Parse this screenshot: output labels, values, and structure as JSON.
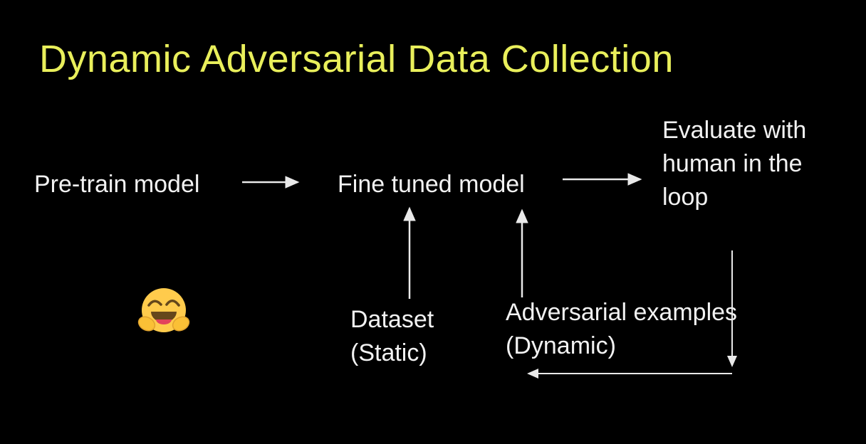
{
  "slide": {
    "title": "Dynamic Adversarial Data Collection",
    "nodes": {
      "pretrain_model": "Pre-train model",
      "fine_tuned_model": "Fine tuned model",
      "evaluate_human": "Evaluate with human in the loop",
      "dataset_static": "Dataset (Static)",
      "adversarial_examples": "Adversarial examples (Dynamic)"
    },
    "emoji": "🤗",
    "colors": {
      "background": "#000000",
      "title": "#e9ef5b",
      "text": "#f2f2f2",
      "arrow": "#e9e9e9"
    }
  }
}
